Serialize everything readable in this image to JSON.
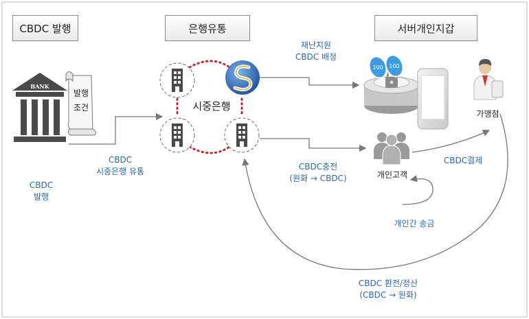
{
  "headers": {
    "issuance": "CBDC 발행",
    "bank_distribution": "은행유통",
    "personal_wallet": "서버개인지갑"
  },
  "bank_icon_text": "BANK",
  "scroll_text": [
    "발행",
    "조건"
  ],
  "labels": {
    "cbdc_issue": [
      "CBDC",
      "발행"
    ],
    "commercial_distribution": [
      "CBDC",
      "시중은행 유통"
    ],
    "commercial_banks": "시중은행",
    "disaster_support": [
      "재난지원",
      "CBDC 배정"
    ],
    "cbdc_charge": [
      "CBDC충전",
      "(원화 → CBDC)"
    ],
    "individual_customer": "개인고객",
    "p2p_transfer": "개인간 송금",
    "cbdc_payment": "CBDC결제",
    "merchant": "가맹점",
    "exchange_settlement": [
      "CBDC 환전/정산",
      "(CBDC → 원화)"
    ]
  },
  "coin_labels": [
    "100",
    "100"
  ],
  "colors": {
    "label_blue": "#2a6aa8",
    "icon_gray": "#4a4a4a",
    "dot_red": "#c0282d",
    "arrow": "#777777"
  }
}
